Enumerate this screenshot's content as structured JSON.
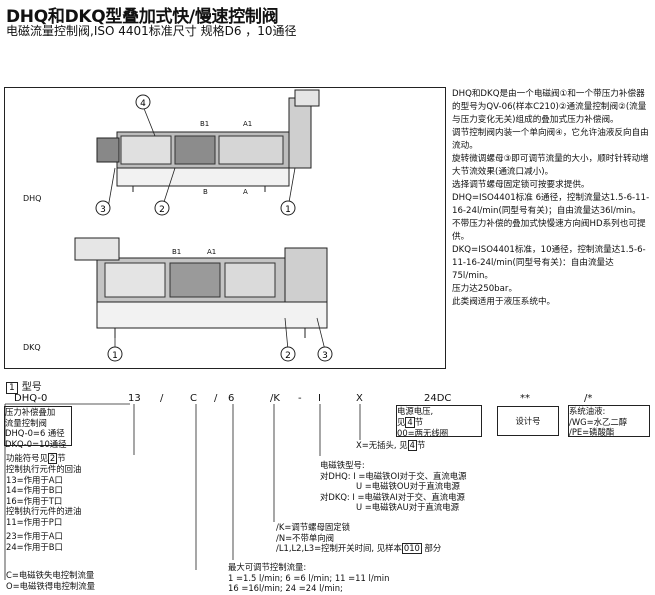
{
  "title": "DHQ和DKQ型叠加式快/慢速控制阀",
  "subtitle": "电磁流量控制阀,ISO 4401标准尺寸 规格D6 ，10通径",
  "figure": {
    "dhq_label": "DHQ",
    "dkq_label": "DKQ",
    "port_b1": "B1",
    "port_a1": "A1",
    "port_b": "B",
    "port_a": "A",
    "callout_1": "1",
    "callout_2": "2",
    "callout_3": "3",
    "callout_4": "4"
  },
  "description": [
    "DHQ和DKQ是由一个电磁阀①和一个带压力补偿器的型号为QV-06(样本C210)②通流量控制阀②(流量与压力变化无关)组成的叠加式压力补偿阀。",
    "调节控制阀内装一个单向阀④，它允许油液反向自由流动。",
    "旋转微调螺母③即可调节流量的大小，顺时针转动增大节流效果(通流口减小)。",
    "选择调节螺母固定锁可按要求提供。",
    "DHQ=ISO4401标准 6通径，控制流量达1.5-6-11-16-24l/min(同型号有关)；自由流量达36l/min。",
    "不带压力补偿的叠加式快慢速方向阀HD系列也可提供。",
    "DKQ=ISO4401标准，10通径，控制流量达1.5-6-11-16-24l/min(同型号有关)：自由流量达75l/min。",
    "压力达250bar。",
    "此类阀适用于液压系统中。"
  ],
  "section": {
    "num": "1",
    "label": "型号"
  },
  "code": [
    "DHQ-0",
    "13",
    "/",
    "C",
    "/",
    "6",
    "/K",
    "-",
    "I",
    "X",
    "24DC",
    "**",
    "/*"
  ],
  "blocks": {
    "type": [
      "压力补偿叠加",
      "流量控制阀",
      "DHQ-0=6 通径",
      "DKQ-0=10通径"
    ],
    "function": [
      "功能符号见",
      "2",
      "节",
      "控制执行元件的回油",
      "13=作用于A口",
      "14=作用于B口",
      "16=作用于T口",
      "控制执行元件的进油",
      "11=作用于P口",
      "23=作用于A口",
      "24=作用于B口"
    ],
    "c_o": [
      "C=电磁铁失电控制流量",
      "O=电磁铁得电控制流量"
    ],
    "flow": [
      "最大可调节控制流量:",
      "1  =1.5  l/min;   6    =6  l/min;    11   =11  l/min",
      "16 =16l/min;    24 =24  l/min;"
    ],
    "knob": [
      "/K=调节螺母固定锁",
      "/N=不带单向阀",
      "/L1,L2,L3=控制开关时间, 见样本",
      "010",
      "部分"
    ],
    "magnet": [
      "电磁铁型号:",
      "对DHQ: I =电磁铁OI对于交、直流电源",
      "U =电磁铁OU对于直流电源",
      "对DKQ: I =电磁铁AI对于交、直流电源",
      "U =电磁铁AU对于直流电源"
    ],
    "x": [
      "X=无插头, 见",
      "4",
      "节"
    ],
    "voltage": [
      "电源电压,",
      "见",
      "4",
      "节",
      "00=两无线圈"
    ],
    "design": "设计号",
    "seal": [
      "系统油液:",
      "/WG=水乙二醇",
      "/PE=磷酸酯"
    ]
  }
}
